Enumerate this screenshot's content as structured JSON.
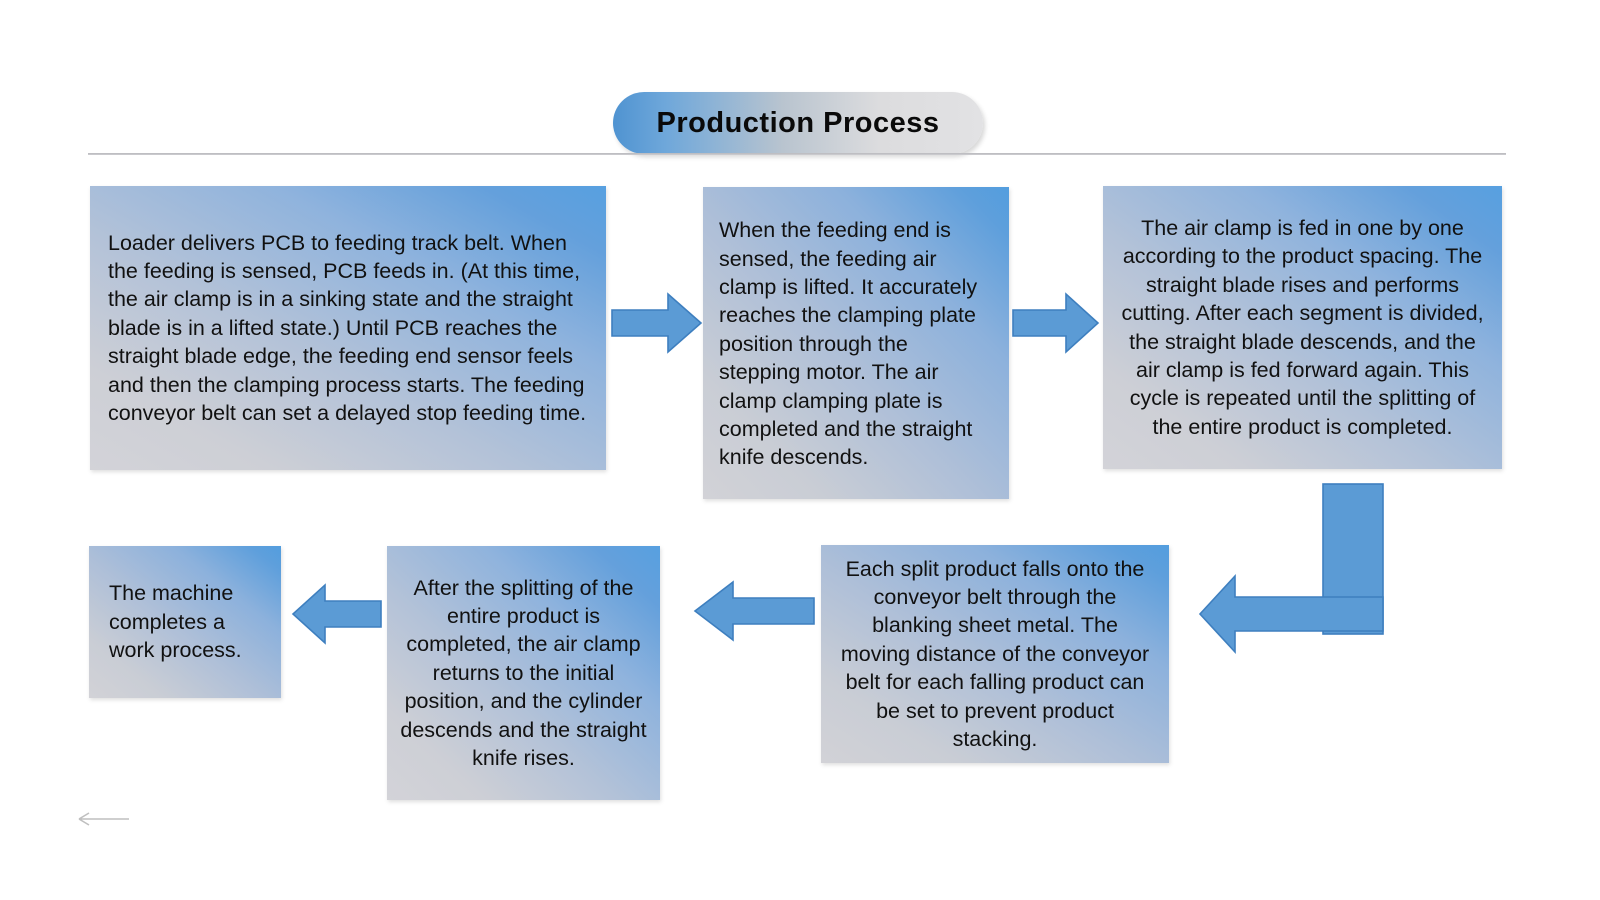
{
  "header": {
    "title": "Production Process"
  },
  "colors": {
    "arrow_fill": "#5B9BD5",
    "arrow_stroke": "#3E7FBF",
    "box_gradient_blue": "#5B9BD5",
    "box_gradient_grey": "#D3D3D8",
    "title_gradient_blue": "#4F93D1",
    "title_gradient_grey": "#E2E2E4",
    "rule_grey": "#C0C0C4",
    "back_marker_grey": "#BFBFBF",
    "text": "#111111"
  },
  "flow": {
    "steps": [
      {
        "id": "step-1",
        "order": 1,
        "align": "left",
        "text": "Loader delivers PCB to feeding track belt. When the feeding is sensed, PCB feeds in. (At this time, the air clamp is in a sinking state and the straight blade is in a lifted state.) Until PCB reaches the straight blade edge, the feeding end sensor feels and then the clamping process starts. The feeding conveyor belt can set a delayed stop feeding time."
      },
      {
        "id": "step-2",
        "order": 2,
        "align": "left",
        "text": "When the feeding end is sensed, the feeding air clamp is lifted. It accurately reaches the clamping plate position through the stepping motor. The air clamp clamping plate is completed and the straight knife descends."
      },
      {
        "id": "step-3",
        "order": 3,
        "align": "center",
        "text": "The air clamp is fed in one by one according to the product spacing. The straight blade rises and performs cutting. After each segment is divided, the straight blade descends, and the air clamp is fed forward again. This cycle is repeated until the splitting of the entire product is completed."
      },
      {
        "id": "step-4",
        "order": 4,
        "align": "center",
        "text": "Each split product falls onto the conveyor belt through the blanking sheet metal. The moving distance of the conveyor belt for each falling product can be set to prevent product stacking."
      },
      {
        "id": "step-5",
        "order": 5,
        "align": "center",
        "text": "After the splitting of the entire product is completed, the air clamp returns to the initial position, and the cylinder descends and the straight knife rises."
      },
      {
        "id": "step-6",
        "order": 6,
        "align": "left",
        "text": "The machine completes a work process."
      }
    ],
    "connectors": [
      {
        "id": "connector-1-2",
        "icon": "arrow-right-icon",
        "direction": "right"
      },
      {
        "id": "connector-2-3",
        "icon": "arrow-right-icon",
        "direction": "right"
      },
      {
        "id": "connector-3-4",
        "icon": "arrow-elbow-down-left-icon",
        "direction": "down-left"
      },
      {
        "id": "connector-4-5",
        "icon": "arrow-left-icon",
        "direction": "left"
      },
      {
        "id": "connector-5-6",
        "icon": "arrow-left-icon",
        "direction": "left"
      }
    ]
  },
  "footer": {
    "back_marker_icon": "arrow-left-thin-icon"
  }
}
